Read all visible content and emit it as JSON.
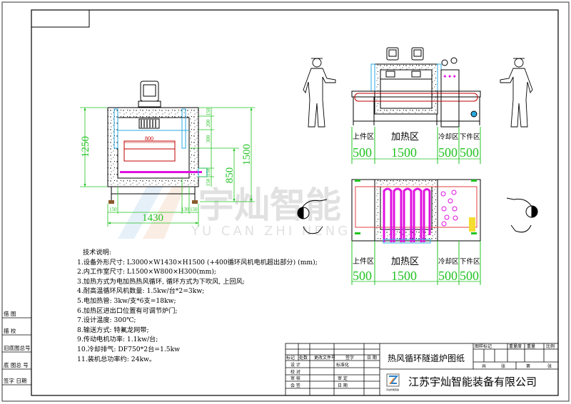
{
  "watermark": {
    "cn": "宇灿智能",
    "en": "YU CAN ZHI NENG"
  },
  "left_strip": [
    "借 图",
    "描 校",
    "旧底图总号",
    "底 图总 号",
    "签字 日期"
  ],
  "front_view": {
    "dims": {
      "height_body": "1250",
      "height_total": "1500",
      "conveyor_height": "850",
      "width_total": "1430",
      "chamber_width": "800",
      "right_stack": [
        "150",
        "200",
        "300",
        "150",
        "150"
      ],
      "bottom_left": "150",
      "bottom_right": [
        "130",
        "150"
      ]
    }
  },
  "zones": [
    {
      "name": "上件区",
      "length": "500"
    },
    {
      "name": "加热区",
      "length": "1500"
    },
    {
      "name": "冷却区",
      "length": "500"
    },
    {
      "name": "下件区",
      "length": "500"
    }
  ],
  "tech_notes": {
    "heading": "技术说明:",
    "items": [
      "1.设备外形尺寸: L3000×W1430×H1500 (+400循环风机电机超出部分) (mm);",
      "2.内工作室尺寸: L1500×W800×H300(mm);",
      "3.加热方式为电加热热风循环, 循环方式为下吹风, 上回风;",
      "4.耐高温循环风机数量: 1.5kw/台*2=3kw;",
      "5.电加热管: 3kw/支*6支=18kw;",
      "6.加热区进出口位置有可调节炉门;",
      "7.设计温度: 300℃;",
      "8.输送方式: 特氟龙网带;",
      "9.传动电机功率: 1.1kw/台;",
      "10.冷却排气: DF750*2台=1.5kw",
      "11.装机总功率约: 24kw。"
    ]
  },
  "title_block": {
    "drawing_title": "热风循环隧道炉图纸",
    "company": "江苏宇灿智能装备有限公司",
    "logo_caption": "宇灿智能装备",
    "rev_headers": [
      "标记",
      "处数",
      "更改文件号",
      "签字",
      "日 期"
    ],
    "roles": [
      "设 计",
      "校 对",
      "审 核",
      "会 签"
    ],
    "roles2": [
      "标准化",
      "",
      "审 定",
      "日 期"
    ],
    "right_headers": [
      "图样标记",
      "重量度",
      "重量",
      "比例"
    ],
    "sheet": [
      "共",
      "张",
      "第",
      "张"
    ]
  },
  "colors": {
    "dimension": "#22c322",
    "heater": "#e010e0",
    "duct": "#29a8e0",
    "belt": "#c00000"
  }
}
